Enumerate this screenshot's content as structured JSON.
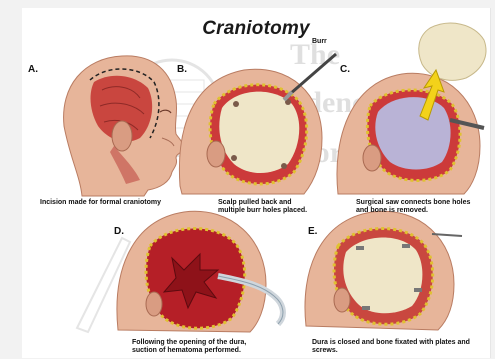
{
  "title": "Craniotomy",
  "panels": {
    "a": {
      "letter": "A.",
      "caption": "Incision made for formal craniotomy"
    },
    "b": {
      "letter": "B.",
      "caption": "Scalp pulled back and\nmultiple burr holes placed.",
      "label": "Burr"
    },
    "c": {
      "letter": "C.",
      "caption": "Surgical saw connects bone holes\nand bone is removed."
    },
    "d": {
      "letter": "D.",
      "caption": "Following the opening of the dura,\nsuction of hematoma performed."
    },
    "e": {
      "letter": "E.",
      "caption": "Dura is closed and bone fixated with plates and\nscrews."
    }
  },
  "watermark": {
    "line1": "The",
    "line2": "Evidence",
    "line3": "Store"
  },
  "colors": {
    "skin": "#e8b79c",
    "skin_shadow": "#c98a6e",
    "bone": "#efe6c8",
    "blood": "#c4262e",
    "dura": "#b9b3d6",
    "plate": "#e9c421"
  }
}
